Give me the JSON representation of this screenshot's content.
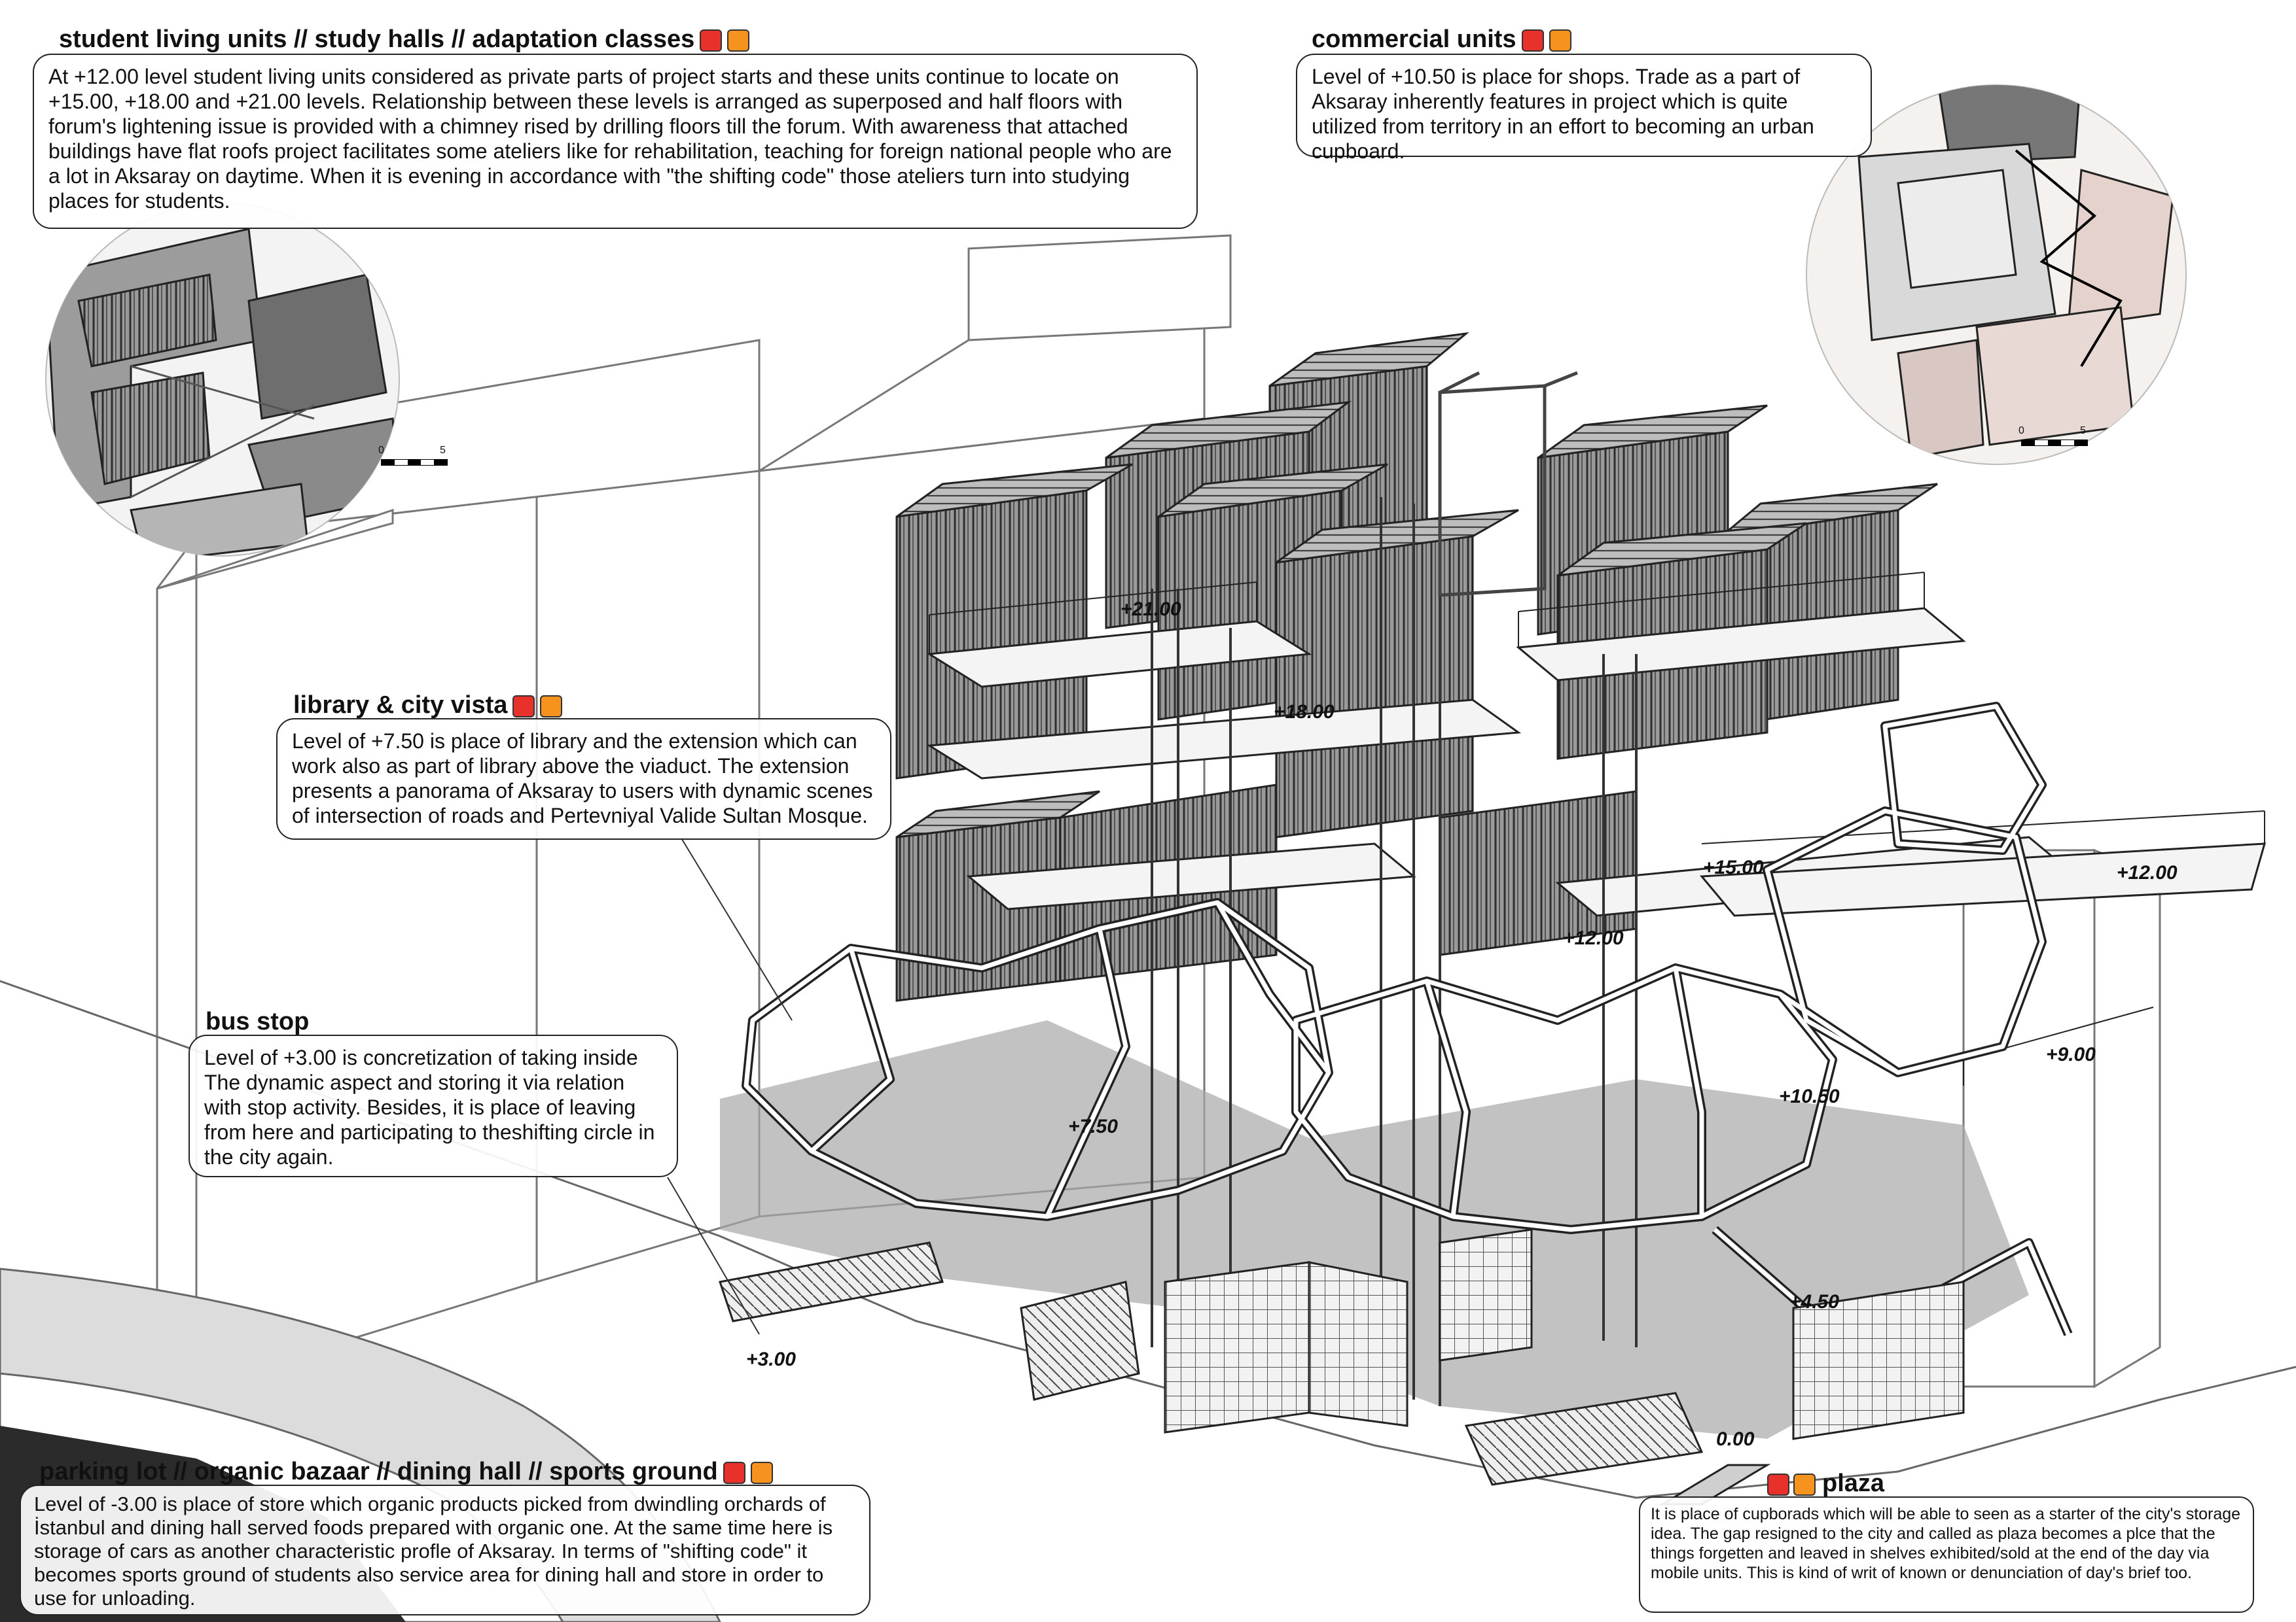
{
  "sections": {
    "student": {
      "title": "student living units // study halls // adaptation classes",
      "text": "At +12.00 level student living units considered as private parts of project starts and these units continue to locate on +15.00, +18.00 and +21.00 levels. Relationship between these levels is arranged as superposed and half floors with forum's lightening issue is provided with a chimney rised by drilling floors till the forum. With awareness that attached buildings have flat roofs project facilitates some ateliers like for rehabilitation, teaching for foreign national people who are a lot in Aksaray on daytime. When it is evening in accordance with \"the shifting code\" those ateliers turn into studying places for students."
    },
    "commercial": {
      "title": "commercial units",
      "text": "Level of +10.50 is place for shops. Trade as a part of Aksaray inherently features in project which is quite utilized from territory in an effort to becoming an urban cupboard."
    },
    "library": {
      "title": "library & city vista",
      "text": "Level of +7.50 is place of library and the extension which can work also as part of library above the viaduct. The extension presents a panorama of Aksaray to users with dynamic scenes of intersection of roads and Pertevniyal Valide Sultan Mosque."
    },
    "bus": {
      "title": "bus stop",
      "text": "Level of +3.00 is concretization of taking inside The dynamic aspect and storing it via relation with stop activity. Besides, it is place of leaving from here and participating to theshifting circle in the city again."
    },
    "parking": {
      "title": "parking lot // organic bazaar // dining hall // sports ground",
      "text": "Level of -3.00 is place of store which organic products picked from dwindling orchards of İstanbul and dining hall served foods prepared with organic one. At the same time here is storage of cars as another characteristic profle of Aksaray. In terms of \"shifting code\" it becomes sports ground of students also service area for dining hall and store in order to use for unloading."
    },
    "plaza": {
      "title": "plaza",
      "text": "It is place of cupborads which will be able to seen as a starter of the city's storage idea. The gap resigned to the city and called as plaza becomes a plce that the things forgetten and leaved in shelves exhibited/sold at the end of the day via mobile units. This is kind of writ of known or denunciation of day's brief too."
    }
  },
  "levels": {
    "l2100": "+21.00",
    "l1800": "+18.00",
    "l1500": "+15.00",
    "l1200a": "+12.00",
    "l1200b": "+12.00",
    "l1050": "+10.50",
    "l900": "+9.00",
    "l750": "+7.50",
    "l450": "+4.50",
    "l300": "+3.00",
    "l000": "0.00"
  },
  "scales": {
    "left": {
      "zero": "0",
      "five": "5"
    },
    "right": {
      "zero": "0",
      "five": "5"
    }
  },
  "colors": {
    "tag_red": "#e8312a",
    "tag_orange": "#f5931e",
    "container_grey": "#6b6b6b",
    "frame_white": "#ffffff"
  }
}
